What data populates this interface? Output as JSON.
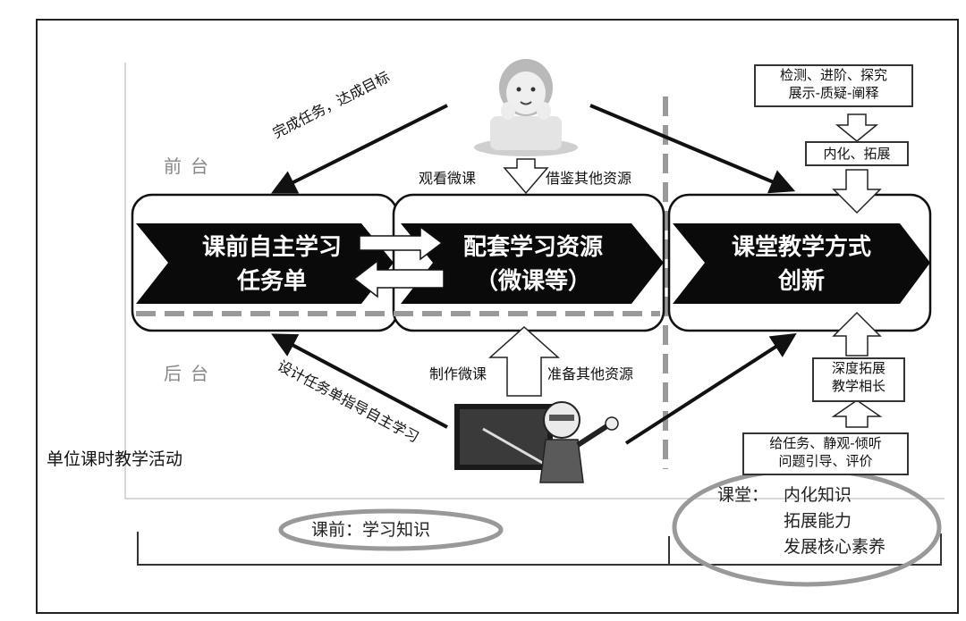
{
  "labels": {
    "front_stage": "前台",
    "back_stage": "后台",
    "unit_activity": "单位课时教学活动"
  },
  "boxes": {
    "pre_class_task": [
      "课前自主学习",
      "任务单"
    ],
    "resources": [
      "配套学习资源",
      "（微课等）"
    ],
    "classroom": [
      "课堂教学方式",
      "创新"
    ]
  },
  "arrows": {
    "complete_task": "完成任务，达成目标",
    "design_task": "设计任务单指导自主学习",
    "watch_micro": "观看微课",
    "reference_other": "借鉴其他资源",
    "make_micro": "制作微课",
    "prepare_other": "准备其他资源"
  },
  "right_column": {
    "top_box": [
      "检测、进阶、探究",
      "展示-质疑-阐释"
    ],
    "internalize": "内化、拓展",
    "deepen": [
      "深度拓展",
      "教学相长"
    ],
    "bottom_box": [
      "给任务、静观-倾听",
      "问题引导、评价"
    ]
  },
  "ovals": {
    "pre_class": "课前：学习知识",
    "classroom_prefix": "课堂：",
    "classroom_lines": [
      "内化知识",
      "拓展能力",
      "发展核心素养"
    ]
  },
  "figures": {
    "student": "student-illustration",
    "teacher": "teacher-illustration"
  }
}
